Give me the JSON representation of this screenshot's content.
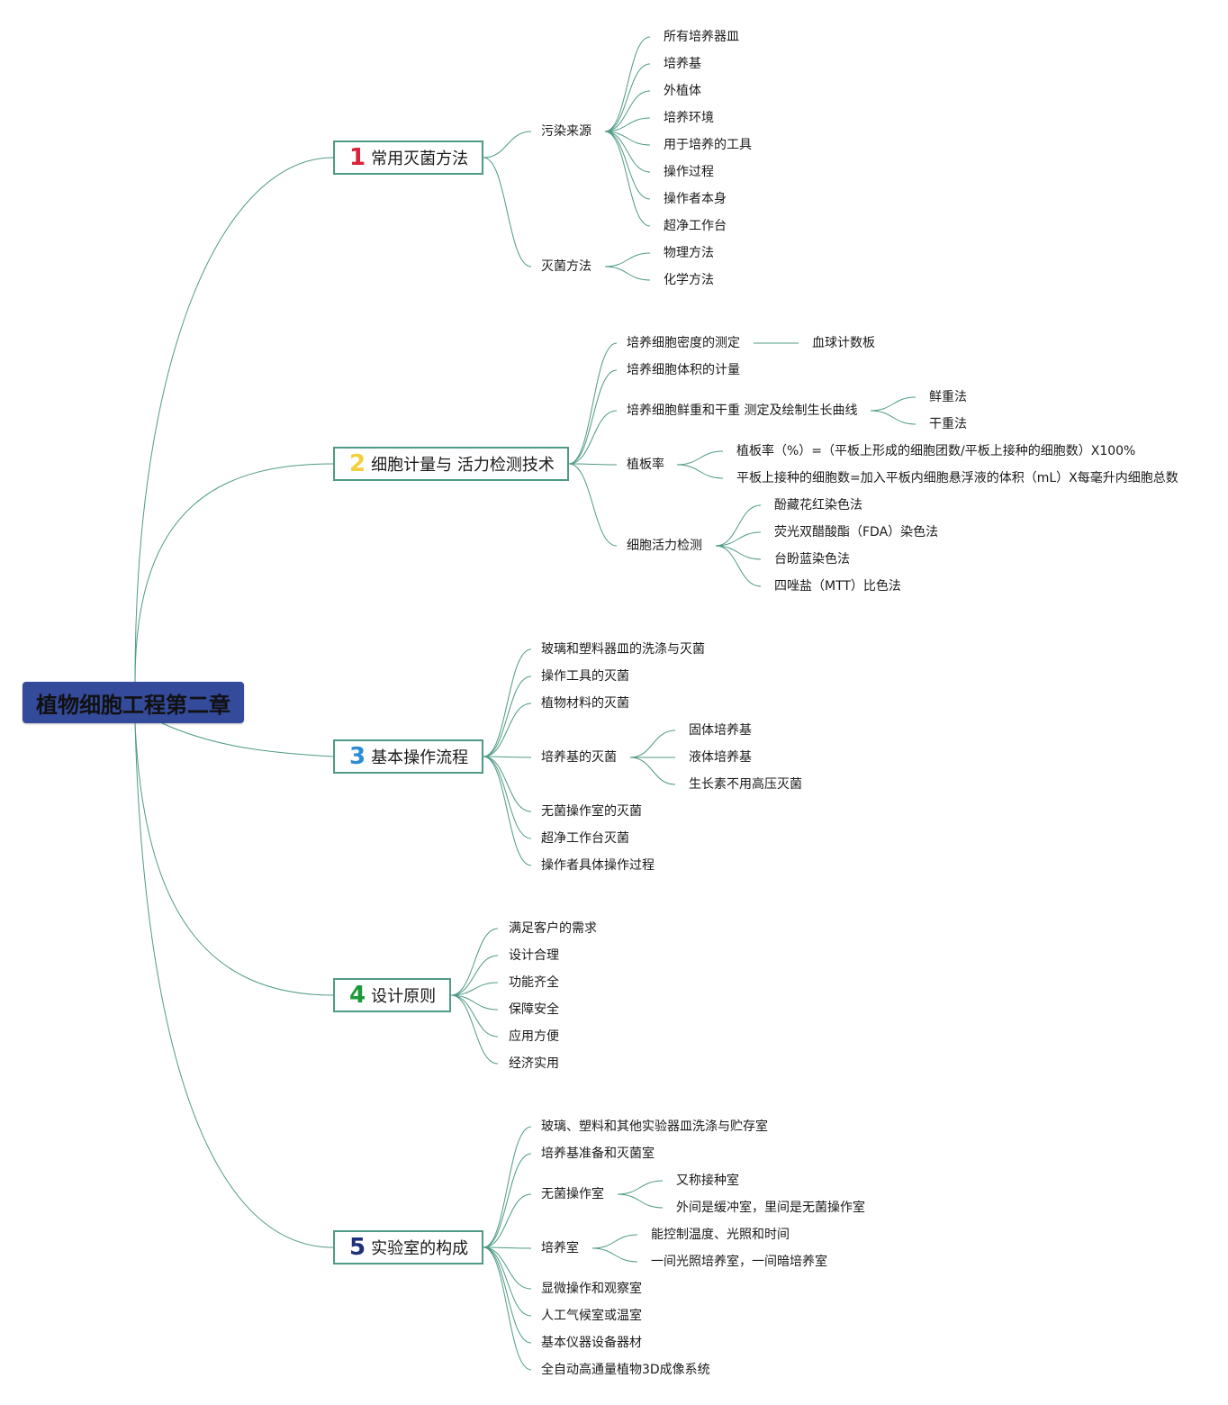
{
  "root": {
    "title": "植物细胞工程第二章"
  },
  "colors": {
    "line": "#4f9a86",
    "root_fill": "#344a9a",
    "num1": "#d8233a",
    "num2": "#f2cf3c",
    "num3": "#2a8dd6",
    "num4": "#1c9a3a",
    "num5": "#1f2f7a"
  },
  "b1": {
    "num": "1",
    "label": "常用灭菌方法",
    "contamination": {
      "label": "污染来源",
      "items": [
        "所有培养器皿",
        "培养基",
        "外植体",
        "培养环境",
        "用于培养的工具",
        "操作过程",
        "操作者本身",
        "超净工作台"
      ]
    },
    "sterilization": {
      "label": "灭菌方法",
      "items": [
        "物理方法",
        "化学方法"
      ]
    }
  },
  "b2": {
    "num": "2",
    "label": "细胞计量与 活力检测技术",
    "density": {
      "label": "培养细胞密度的测定",
      "child": "血球计数板"
    },
    "volume": "培养细胞体积的计量",
    "weight": {
      "label": "培养细胞鲜重和干重 测定及绘制生长曲线",
      "items": [
        "鲜重法",
        "干重法"
      ]
    },
    "plating": {
      "label": "植板率",
      "items": [
        "植板率（%）=（平板上形成的细胞团数/平板上接种的细胞数）X100%",
        "平板上接种的细胞数=加入平板内细胞悬浮液的体积（mL）X每毫升内细胞总数"
      ]
    },
    "viability": {
      "label": "细胞活力检测",
      "items": [
        "酚藏花红染色法",
        "荧光双醋酸酯（FDA）染色法",
        "台盼蓝染色法",
        "四唑盐（MTT）比色法"
      ]
    }
  },
  "b3": {
    "num": "3",
    "label": "基本操作流程",
    "items_top": [
      "玻璃和塑料器皿的洗涤与灭菌",
      "操作工具的灭菌",
      "植物材料的灭菌"
    ],
    "medium": {
      "label": "培养基的灭菌",
      "items": [
        "固体培养基",
        "液体培养基",
        "生长素不用高压灭菌"
      ]
    },
    "items_bottom": [
      "无菌操作室的灭菌",
      "超净工作台灭菌",
      "操作者具体操作过程"
    ]
  },
  "b4": {
    "num": "4",
    "label": "设计原则",
    "items": [
      "满足客户的需求",
      "设计合理",
      "功能齐全",
      "保障安全",
      "应用方便",
      "经济实用"
    ]
  },
  "b5": {
    "num": "5",
    "label": "实验室的构成",
    "items_top": [
      "玻璃、塑料和其他实验器皿洗涤与贮存室",
      "培养基准备和灭菌室"
    ],
    "aseptic": {
      "label": "无菌操作室",
      "items": [
        "又称接种室",
        "外间是缓冲室，里间是无菌操作室"
      ]
    },
    "culture": {
      "label": "培养室",
      "items": [
        "能控制温度、光照和时间",
        "一间光照培养室，一间暗培养室"
      ]
    },
    "items_bottom": [
      "显微操作和观察室",
      "人工气候室或温室",
      "基本仪器设备器材",
      "全自动高通量植物3D成像系统"
    ]
  }
}
